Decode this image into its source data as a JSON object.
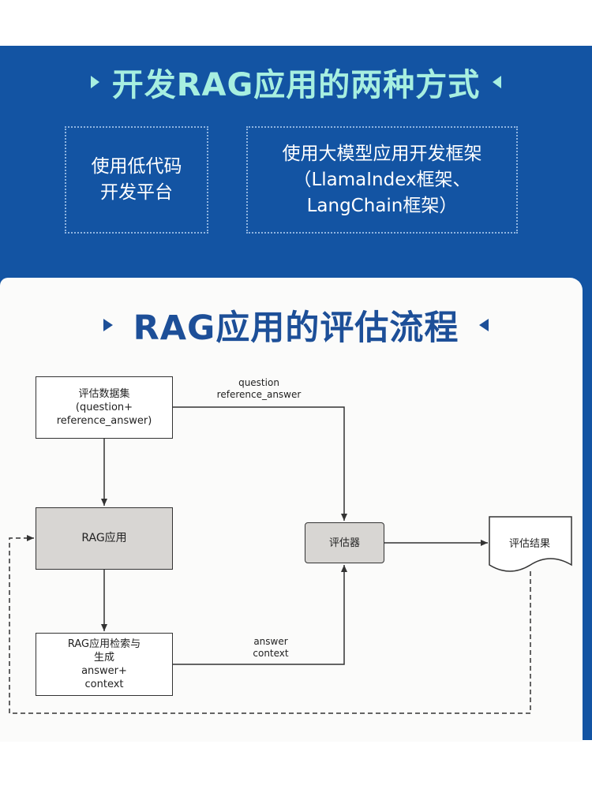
{
  "header": {
    "title": "开发RAG应用的两种方式",
    "option_low_code": [
      "使用低代码",
      "开发平台"
    ],
    "option_framework": [
      "使用大模型应用开发框架",
      "（LlamaIndex框架、",
      "LangChain框架）"
    ]
  },
  "section": {
    "title": "RAG应用的评估流程"
  },
  "diagram": {
    "dataset": [
      "评估数据集",
      "(question+",
      "reference_answer)"
    ],
    "rag_app": "RAG应用",
    "evaluator": "评估器",
    "retrieve_generate": [
      "RAG应用检索与",
      "生成",
      "answer+",
      "context"
    ],
    "result": "评估结果",
    "edge_question": [
      "question",
      "reference_answer"
    ],
    "edge_answer": [
      "answer",
      "context"
    ]
  },
  "colors": {
    "blue_bg": "#1354a3",
    "title_cyan": "#a7efe0",
    "title_blue": "#1d4f98"
  }
}
